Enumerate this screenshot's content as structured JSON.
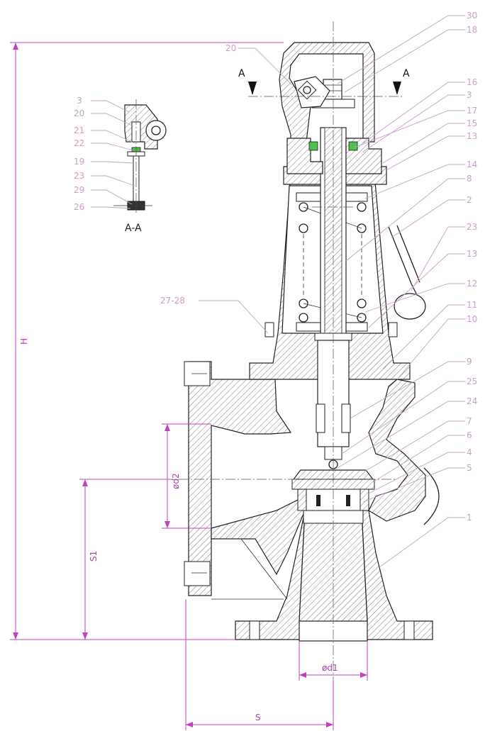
{
  "section_view": {
    "marker": "A",
    "caption": "A-A",
    "callouts": [
      "3",
      "20",
      "21",
      "22",
      "19",
      "23",
      "29",
      "26"
    ]
  },
  "callouts_right": [
    "30",
    "18",
    "16",
    "3",
    "17",
    "15",
    "13",
    "14",
    "8",
    "2",
    "23",
    "13",
    "12",
    "11",
    "10",
    "9",
    "25",
    "24",
    "7",
    "6",
    "4",
    "5",
    "1"
  ],
  "callouts_left": {
    "top": "20",
    "side": "27-28"
  },
  "dimensions": {
    "height": "H",
    "inlet_diameter": "ød1",
    "outlet_diameter": "ød2",
    "outlet_height": "S1",
    "offset": "S"
  },
  "colors": {
    "dimension": "#c040c0",
    "leader": "#c9a0c9",
    "seal": "#4fc04f"
  }
}
